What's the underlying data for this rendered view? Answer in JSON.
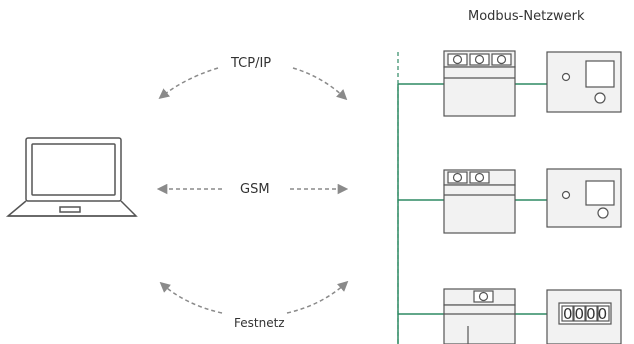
{
  "title": "Modbus-Netzwerk",
  "links": {
    "tcp_label": "TCP/IP",
    "gsm_label": "GSM",
    "festnetz_label": "Festnetz"
  },
  "meter": {
    "value": "0000"
  },
  "colors": {
    "line": "#2f8a64",
    "stroke": "#555555",
    "device_fill": "#f2f2f2",
    "arrow": "#8a8a8a"
  },
  "icons": [
    "laptop-icon",
    "modbus-gateway-icon",
    "controller-icon",
    "energy-meter-icon"
  ]
}
